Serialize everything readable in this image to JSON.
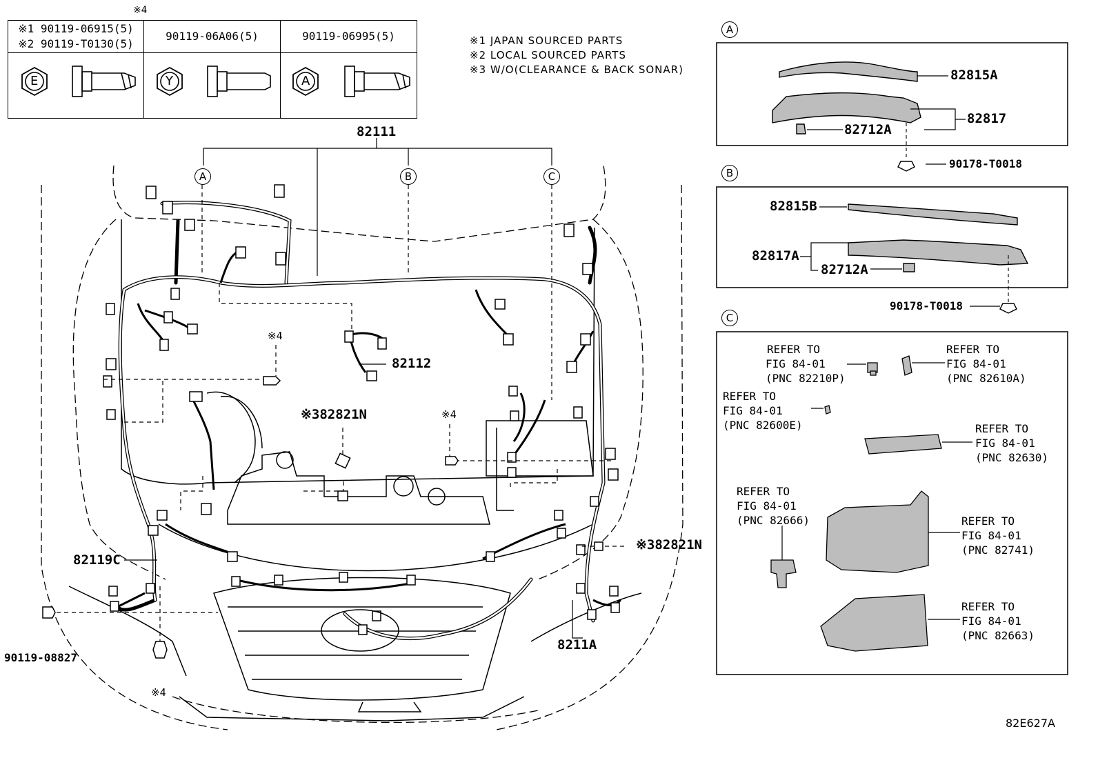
{
  "bolt_table": {
    "marker": "※4",
    "columns": [
      {
        "lines": [
          "※1 90119-06915(5)",
          "※2 90119-T0130(5)"
        ],
        "head_letter": "E"
      },
      {
        "lines": [
          "90119-06A06(5)"
        ],
        "head_letter": "Y"
      },
      {
        "lines": [
          "90119-06995(5)"
        ],
        "head_letter": "A"
      }
    ]
  },
  "notes": [
    "※1 JAPAN SOURCED PARTS",
    "※2 LOCAL SOURCED PARTS",
    "※3 W/O(CLEARANCE & BACK SONAR)"
  ],
  "main_labels": {
    "harness_main": "82111",
    "engine_sub": "82112",
    "relay_block_top": "※382821N",
    "relay_block_right": "※382821N",
    "left_harness": "82119C",
    "right_harness": "8211A",
    "bolt_left": "90119-08827",
    "marker4_a": "※4",
    "marker4_b": "※4",
    "marker4_c": "※4",
    "callout_a": "A",
    "callout_b": "B",
    "callout_c": "C"
  },
  "panel_a": {
    "letter": "A",
    "parts": [
      "82815A",
      "82817",
      "82712A",
      "90178-T0018"
    ]
  },
  "panel_b": {
    "letter": "B",
    "parts": [
      "82815B",
      "82817A",
      "82712A",
      "90178-T0018"
    ]
  },
  "panel_c": {
    "letter": "C",
    "refs": [
      {
        "line1": "REFER TO",
        "line2": "FIG 84-01",
        "line3": "(PNC 82210P)"
      },
      {
        "line1": "REFER TO",
        "line2": "FIG 84-01",
        "line3": "(PNC 82610A)"
      },
      {
        "line1": "REFER TO",
        "line2": "FIG 84-01",
        "line3": "(PNC 82600E)"
      },
      {
        "line1": "REFER TO",
        "line2": "FIG 84-01",
        "line3": "(PNC 82630)"
      },
      {
        "line1": "REFER TO",
        "line2": "FIG 84-01",
        "line3": "(PNC 82666)"
      },
      {
        "line1": "REFER TO",
        "line2": "FIG 84-01",
        "line3": "(PNC 82741)"
      },
      {
        "line1": "REFER TO",
        "line2": "FIG 84-01",
        "line3": "(PNC 82663)"
      }
    ]
  },
  "figure_id": "82E627A"
}
